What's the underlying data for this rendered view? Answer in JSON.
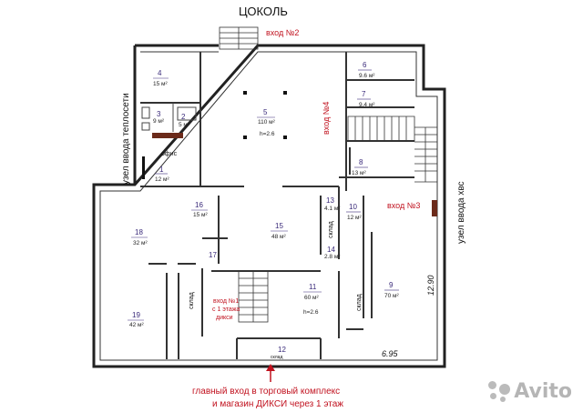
{
  "title": "ЦОКОЛЬ",
  "entrances": {
    "e2": "вход №2",
    "e3": "вход №3",
    "e4": "вход №4",
    "e1_line1": "вход №1",
    "e1_line2": "с 1 этажа",
    "e1_line3": "дикси"
  },
  "side_labels": {
    "left": "узел ввода теплосети",
    "right": "узел ввода хвс"
  },
  "rooms": [
    {
      "id": "4",
      "area": "15 м²"
    },
    {
      "id": "3",
      "area": "9 м²"
    },
    {
      "id": "2",
      "area": "5 м²"
    },
    {
      "id": "1",
      "area": "12 м²",
      "label": "офис"
    },
    {
      "id": "5",
      "area": "110 м²",
      "height": "h=2.6"
    },
    {
      "id": "6",
      "area": "9.6 м²"
    },
    {
      "id": "7",
      "area": "9.4 м²"
    },
    {
      "id": "8",
      "area": "13 м²"
    },
    {
      "id": "10",
      "area": "12 м²"
    },
    {
      "id": "13",
      "area": "4.1 м²"
    },
    {
      "id": "14",
      "area": "2.8 м²"
    },
    {
      "id": "16",
      "area": "15 м²"
    },
    {
      "id": "15",
      "area": "48 м²"
    },
    {
      "id": "17",
      "area": ""
    },
    {
      "id": "18",
      "area": "32 м²"
    },
    {
      "id": "19",
      "area": "42 м²"
    },
    {
      "id": "11",
      "area": "60 м²",
      "height": "h=2.6"
    },
    {
      "id": "9",
      "area": "70 м²"
    },
    {
      "id": "12",
      "area": ""
    }
  ],
  "sklad": "склад",
  "dimensions": {
    "height_label": "12.90",
    "width_label": "6.95"
  },
  "caption_line1": "главный вход в торговый комплекс",
  "caption_line2": "и магазин ДИКСИ через 1 этаж",
  "watermark": "Avito"
}
